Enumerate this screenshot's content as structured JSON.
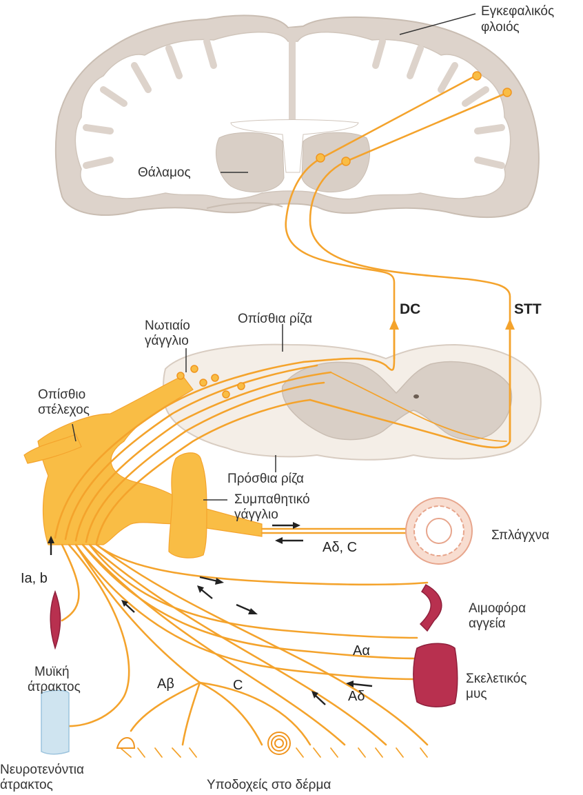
{
  "labels": {
    "cortex_line1": "Εγκεφαλικός",
    "cortex_line2": "φλοιός",
    "thalamus": "Θάλαμος",
    "dc": "DC",
    "stt": "STT",
    "dorsal_root": "Οπίσθια ρίζα",
    "drg_line1": "Νωτιαίο",
    "drg_line2": "γάγγλιο",
    "dorsal_ramus_line1": "Οπίσθιο",
    "dorsal_ramus_line2": "στέλεχος",
    "ventral_root": "Πρόσθια ρίζα",
    "sympathetic_line1": "Συμπαθητικό",
    "sympathetic_line2": "γάγγλιο",
    "viscera": "Σπλάγχνα",
    "adelta_c": "Αδ, C",
    "ia_b": "Ia, b",
    "blood_vessels_line1": "Αιμοφόρα",
    "blood_vessels_line2": "αγγεία",
    "aalpha": "Αα",
    "skeletal_muscle_line1": "Σκελετικός",
    "skeletal_muscle_line2": "μυς",
    "adelta": "Αδ",
    "muscle_spindle_line1": "Μυϊκή",
    "muscle_spindle_line2": "άτρακτος",
    "abeta": "Αβ",
    "c": "C",
    "gto_line1": "Νευροτενόντια",
    "gto_line2": "άτρακτος",
    "skin_receptors": "Υποδοχείς στο δέρμα"
  },
  "colors": {
    "nerve": "#f4a32c",
    "nerve_bundle": "#f9bd45",
    "brain_gray": "#ddd3cb",
    "white_matter": "#ffffff",
    "spinal_gray": "#d9cfc6",
    "tissue_red": "#b8304f",
    "spindle_blue": "#cfe4f0"
  }
}
